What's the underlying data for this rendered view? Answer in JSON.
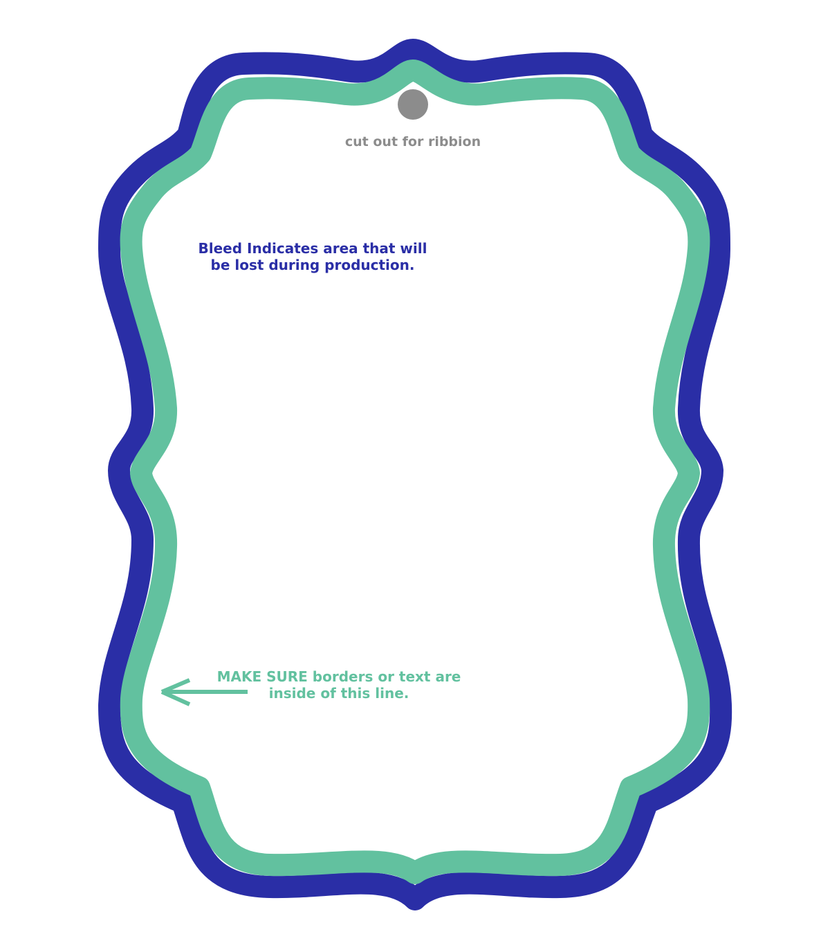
{
  "colors": {
    "bleed": "#2a2ea6",
    "safe": "#62c19f",
    "cutout": "#8c8c8c",
    "background": "#ffffff"
  },
  "cutout": {
    "label": "cut out for ribbion"
  },
  "bleed_note": {
    "lines": [
      "Bleed Indicates area that will",
      "be lost during production."
    ]
  },
  "safe_note": {
    "lines": [
      "MAKE SURE borders or text are",
      "inside of this line."
    ]
  },
  "arrow": {
    "icon": "left-arrow-icon"
  }
}
